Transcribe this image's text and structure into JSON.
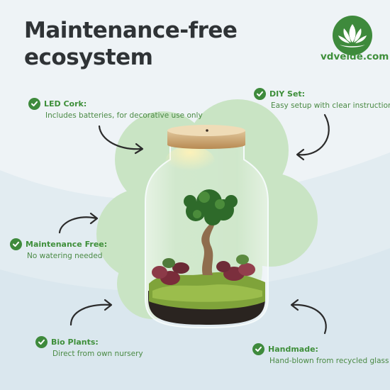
{
  "title": {
    "line1": "Maintenance-free",
    "line2": "ecosystem"
  },
  "brand": {
    "name": "vdvelde.com",
    "icon": "lotus-icon",
    "color": "#3e8f3a"
  },
  "features": [
    {
      "id": "led-cork",
      "label": "LED Cork:",
      "description": "Includes batteries, for decorative use only"
    },
    {
      "id": "diy-set",
      "label": "DIY Set:",
      "description": "Easy setup with clear instructions"
    },
    {
      "id": "maintenance-free",
      "label": "Maintenance Free:",
      "description": "No watering needed"
    },
    {
      "id": "bio-plants",
      "label": "Bio Plants:",
      "description": "Direct from own nursery"
    },
    {
      "id": "handmade",
      "label": "Handmade:",
      "description": "Hand-blown from recycled glass"
    }
  ],
  "colors": {
    "accent_green": "#3e8a3c",
    "blob_green": "#c9e4c4",
    "background": "#eef3f6",
    "title_text": "#2f3336"
  }
}
